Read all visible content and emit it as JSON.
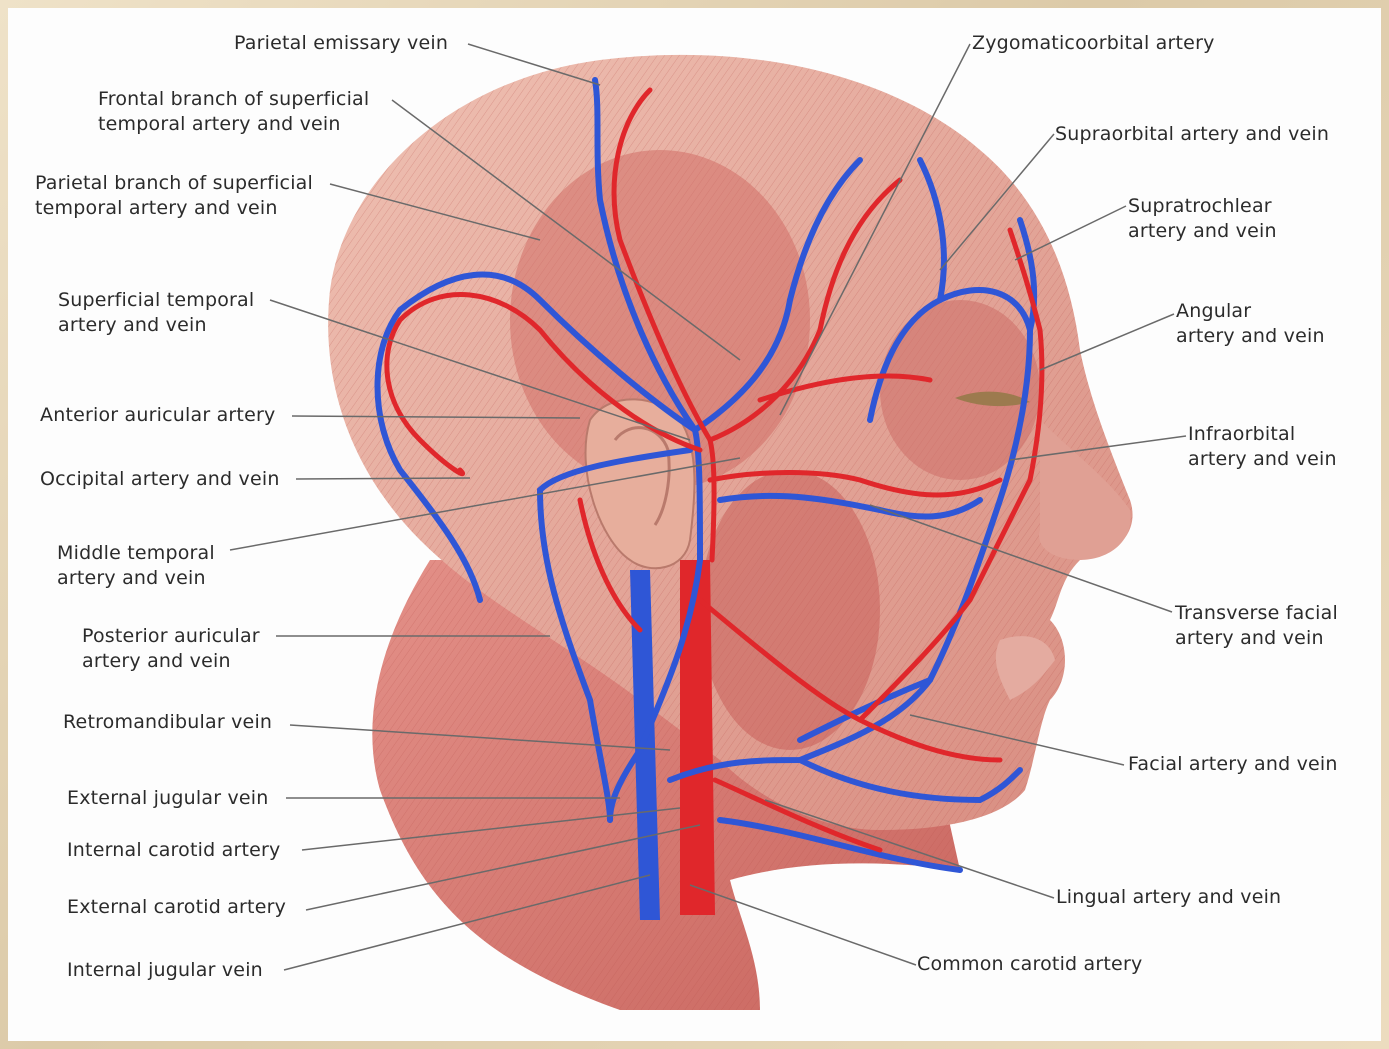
{
  "colors": {
    "artery": "#e0272b",
    "vein": "#2f56d6",
    "muscle": "#d98079",
    "skin": "#e8b3a6",
    "leader_line": "#6a6a6a"
  },
  "labels_left": [
    {
      "lines": [
        "Parietal emissary vein"
      ]
    },
    {
      "lines": [
        "Frontal branch of superficial",
        "temporal artery and vein"
      ]
    },
    {
      "lines": [
        "Parietal branch of superficial",
        "temporal artery and vein"
      ]
    },
    {
      "lines": [
        "Superficial temporal",
        "artery and vein"
      ]
    },
    {
      "lines": [
        "Anterior auricular artery"
      ]
    },
    {
      "lines": [
        "Occipital artery and vein"
      ]
    },
    {
      "lines": [
        "Middle temporal",
        "artery and vein"
      ]
    },
    {
      "lines": [
        "Posterior auricular",
        "artery and vein"
      ]
    },
    {
      "lines": [
        "Retromandibular vein"
      ]
    },
    {
      "lines": [
        "External jugular vein"
      ]
    },
    {
      "lines": [
        "Internal carotid artery"
      ]
    },
    {
      "lines": [
        "External carotid artery"
      ]
    },
    {
      "lines": [
        "Internal jugular vein"
      ]
    }
  ],
  "labels_right": [
    {
      "lines": [
        "Zygomaticoorbital artery"
      ]
    },
    {
      "lines": [
        "Supraorbital artery and vein"
      ]
    },
    {
      "lines": [
        "Supratrochlear",
        "artery and vein"
      ]
    },
    {
      "lines": [
        "Angular",
        "artery and vein"
      ]
    },
    {
      "lines": [
        "Infraorbital",
        "artery and vein"
      ]
    },
    {
      "lines": [
        "Transverse facial",
        "artery and vein"
      ]
    },
    {
      "lines": [
        "Facial artery and vein"
      ]
    },
    {
      "lines": [
        "Lingual artery and vein"
      ]
    },
    {
      "lines": [
        "Common carotid artery"
      ]
    }
  ]
}
